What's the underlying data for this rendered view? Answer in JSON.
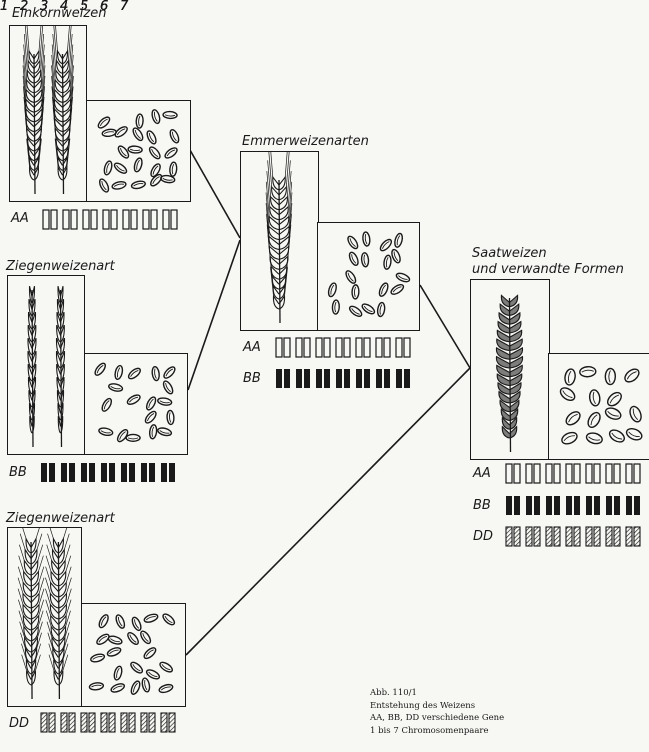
{
  "titles": {
    "einkorn": "Einkornweizen",
    "ziegen1": "Ziegenweizenart",
    "ziegen2": "Ziegenweizenart",
    "emmer": "Emmerweizenarten",
    "saat_line1": "Saatweizen",
    "saat_line2": "und verwandte Formen"
  },
  "genome_labels": {
    "AA": "AA",
    "BB": "BB",
    "DD": "DD"
  },
  "chromosome_numbers": [
    "1",
    "2",
    "3",
    "4",
    "5",
    "6",
    "7"
  ],
  "caption": {
    "line1": "Abb. 110/1",
    "line2": "Entstehung des Weizens",
    "line3": "AA, BB, DD verschiedene Gene",
    "line4": "1 bis 7 Chromosomenpaare"
  }
}
